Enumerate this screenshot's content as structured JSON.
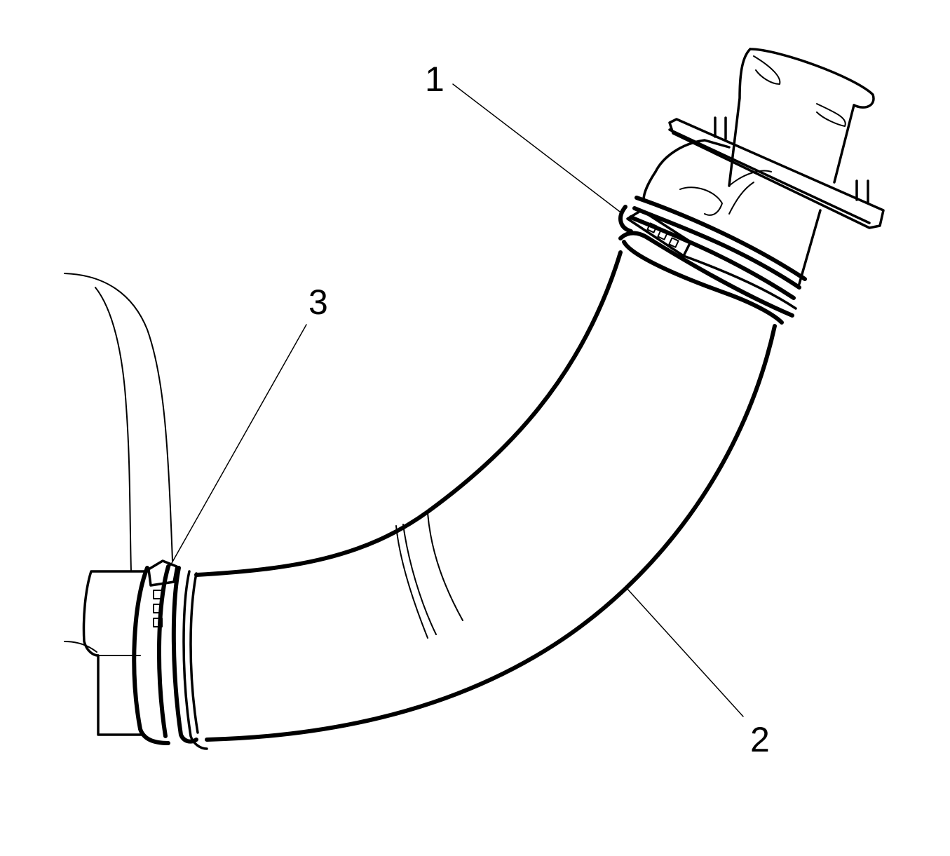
{
  "figure": {
    "description_colors": {
      "ink": "#000000",
      "background": "#ffffff"
    },
    "callouts": [
      {
        "id": "1",
        "label": "1",
        "target": "upper-clamp"
      },
      {
        "id": "2",
        "label": "2",
        "target": "hose"
      },
      {
        "id": "3",
        "label": "3",
        "target": "lower-clamp"
      }
    ]
  }
}
